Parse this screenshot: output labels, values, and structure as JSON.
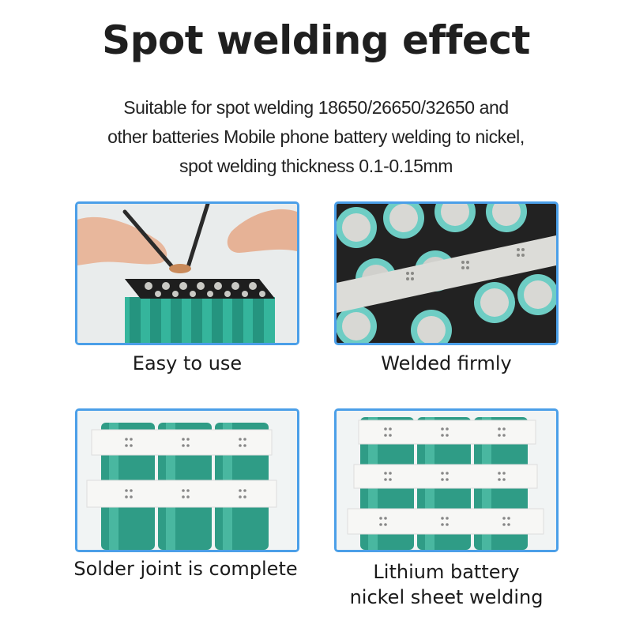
{
  "title": "Spot welding effect",
  "subtitle_lines": [
    "Suitable for spot welding 18650/26650/32650 and",
    "other batteries  Mobile phone battery welding to nickel,",
    "spot welding thickness 0.1-0.15mm"
  ],
  "panels": [
    {
      "caption_lines": [
        "Easy to use"
      ]
    },
    {
      "caption_lines": [
        "Welded firmly"
      ]
    },
    {
      "caption_lines": [
        "Solder joint is complete"
      ]
    },
    {
      "caption_lines": [
        "Lithium battery",
        "nickel sheet welding"
      ]
    }
  ],
  "colors": {
    "frame": "#4b9fe8",
    "battery": "#2a9a87",
    "nickel": "#f2f2f0",
    "holder": "#1d1d1d"
  }
}
